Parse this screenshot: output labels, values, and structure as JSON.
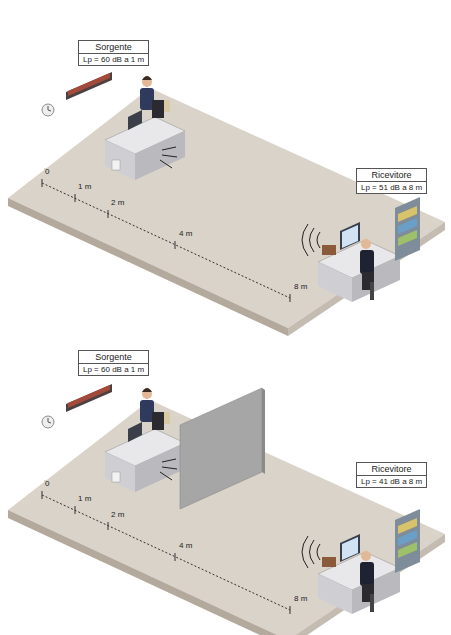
{
  "diagram": {
    "nodes": [
      {
        "text": [
          "Sorgente",
          "Lp = 60 dB a 1 m"
        ]
      },
      {
        "text": [
          "Ricevitore",
          "Lp = 51 dB a 8 m"
        ]
      },
      {
        "text": [
          "Sorgente",
          "Lp = 60 dB a 1 m"
        ]
      },
      {
        "text": [
          "Ricevitore",
          "Lp = 41 dB a 8 m"
        ]
      }
    ],
    "labels": [
      "0",
      "1 m",
      "2 m",
      "4 m",
      "8 m",
      "0",
      "1 m",
      "2 m",
      "4 m",
      "8 m"
    ]
  }
}
